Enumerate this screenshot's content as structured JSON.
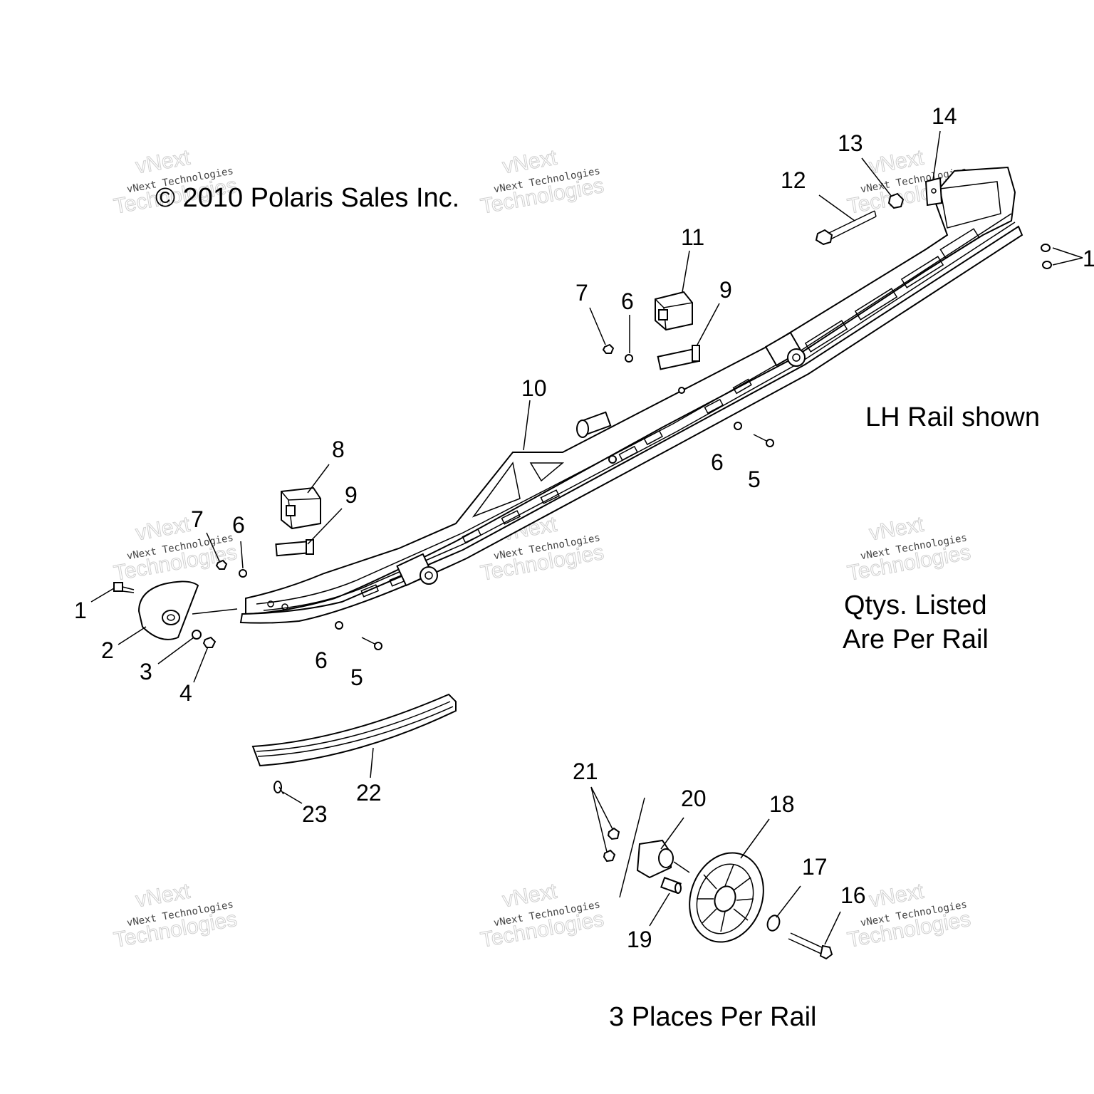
{
  "copyright": "© 2010 Polaris Sales Inc.",
  "notes": {
    "lh_rail": "LH Rail shown",
    "qtys_line1": "Qtys. Listed",
    "qtys_line2": "Are Per Rail",
    "places": "3 Places Per Rail"
  },
  "watermark": {
    "brand": "vNext",
    "company": "vNext Technologies",
    "word": "Technologies"
  },
  "callouts": {
    "c1a": "1",
    "c1b": "1",
    "c2": "2",
    "c3": "3",
    "c4": "4",
    "c5a": "5",
    "c5b": "5",
    "c6a": "6",
    "c6b": "6",
    "c6c": "6",
    "c6d": "6",
    "c7a": "7",
    "c7b": "7",
    "c8": "8",
    "c9a": "9",
    "c9b": "9",
    "c10": "10",
    "c11": "11",
    "c12": "12",
    "c13": "13",
    "c14": "14",
    "c16": "16",
    "c17": "17",
    "c18": "18",
    "c19": "19",
    "c20": "20",
    "c21": "21",
    "c22": "22",
    "c23": "23"
  }
}
